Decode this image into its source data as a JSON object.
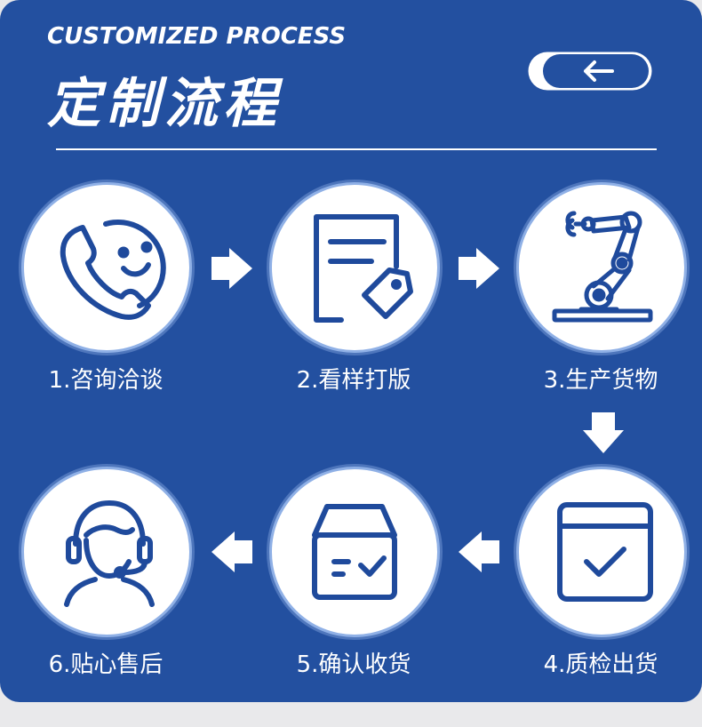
{
  "header": {
    "subtitle": "CUSTOMIZED PROCESS",
    "title": "定制流程"
  },
  "steps": [
    {
      "label": "1.咨询洽谈",
      "icon": "phone-chat-icon"
    },
    {
      "label": "2.看样打版",
      "icon": "document-tag-icon"
    },
    {
      "label": "3.生产货物",
      "icon": "robot-arm-icon"
    },
    {
      "label": "4.质检出货",
      "icon": "checked-window-icon"
    },
    {
      "label": "5.确认收货",
      "icon": "box-check-icon"
    },
    {
      "label": "6.贴心售后",
      "icon": "headset-agent-icon"
    }
  ],
  "colors": {
    "background": "#2350a0",
    "icon_stroke": "#1f4a9c",
    "text": "#ffffff"
  }
}
